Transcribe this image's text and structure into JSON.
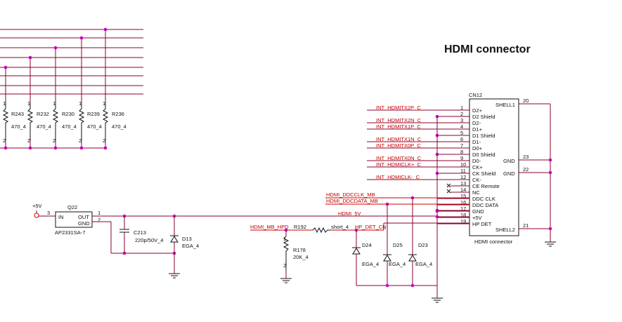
{
  "title": "HDMI connector",
  "connector": {
    "ref": "CN12",
    "footer": "HDMI connector",
    "right_pins": [
      {
        "num": "20",
        "name": "SHELL1"
      },
      {
        "num": "23",
        "name": "GND"
      },
      {
        "num": "22",
        "name": "GND"
      },
      {
        "num": "21",
        "name": "SHELL2"
      }
    ],
    "left_pins": [
      {
        "num": "1",
        "name": "D2+",
        "net": "INT_HDMITX2P_C"
      },
      {
        "num": "2",
        "name": "D2 Shield",
        "net": ""
      },
      {
        "num": "3",
        "name": "D2-",
        "net": "INT_HDMITX2N_C"
      },
      {
        "num": "4",
        "name": "D1+",
        "net": "INT_HDMITX1P_C"
      },
      {
        "num": "5",
        "name": "D1 Shield",
        "net": ""
      },
      {
        "num": "6",
        "name": "D1-",
        "net": "INT_HDMITX1N_C"
      },
      {
        "num": "7",
        "name": "D0+",
        "net": "INT_HDMITX0P_C"
      },
      {
        "num": "8",
        "name": "D0 Shield",
        "net": ""
      },
      {
        "num": "9",
        "name": "D0-",
        "net": "INT_HDMITX0N_C"
      },
      {
        "num": "10",
        "name": "CK+",
        "net": "INT_HDMICLK+_C"
      },
      {
        "num": "11",
        "name": "CK Shield",
        "net": ""
      },
      {
        "num": "12",
        "name": "CK-",
        "net": "INT_HDMICLK-_C"
      },
      {
        "num": "13",
        "name": "CE Remote",
        "net": ""
      },
      {
        "num": "14",
        "name": "NC",
        "net": ""
      },
      {
        "num": "15",
        "name": "DDC CLK",
        "net": "HDMI_DDCCLK_MB"
      },
      {
        "num": "16",
        "name": "DDC DATA",
        "net": "HDMI_DDCDATA_MB"
      },
      {
        "num": "17",
        "name": "GND",
        "net": ""
      },
      {
        "num": "18",
        "name": "+5V",
        "net": "HDMI_5V"
      },
      {
        "num": "19",
        "name": "HP DET",
        "net": "HDMI_MB_HPD"
      }
    ]
  },
  "resistors": [
    {
      "ref": "R243",
      "value": "470_4"
    },
    {
      "ref": "R232",
      "value": "470_4"
    },
    {
      "ref": "R230",
      "value": "470_4"
    },
    {
      "ref": "R239",
      "value": "470_4"
    },
    {
      "ref": "R236",
      "value": "470_4"
    }
  ],
  "pin_numbers": {
    "top": "1",
    "bottom": "2"
  },
  "regulator": {
    "ref": "Q22",
    "part": "AP2331SA-7",
    "in": "IN",
    "out": "OUT",
    "gnd": "GND",
    "pin_in": "3",
    "pin_out": "1",
    "pin_gnd": "2"
  },
  "supply": "+5V",
  "cap": {
    "ref": "C213",
    "value": "220p/50V_4"
  },
  "r192": {
    "ref": "R192",
    "value": "short_4",
    "net": "HDMI_MB_HPD"
  },
  "hpd_net": "HP_DET_CN",
  "r178": {
    "ref": "R178",
    "value": "20K_4"
  },
  "diodes": [
    {
      "ref": "D13",
      "value": "EGA_4"
    },
    {
      "ref": "D24",
      "value": "EGA_4"
    },
    {
      "ref": "D25",
      "value": "EGA_4"
    },
    {
      "ref": "D23",
      "value": "EGA_4"
    }
  ]
}
